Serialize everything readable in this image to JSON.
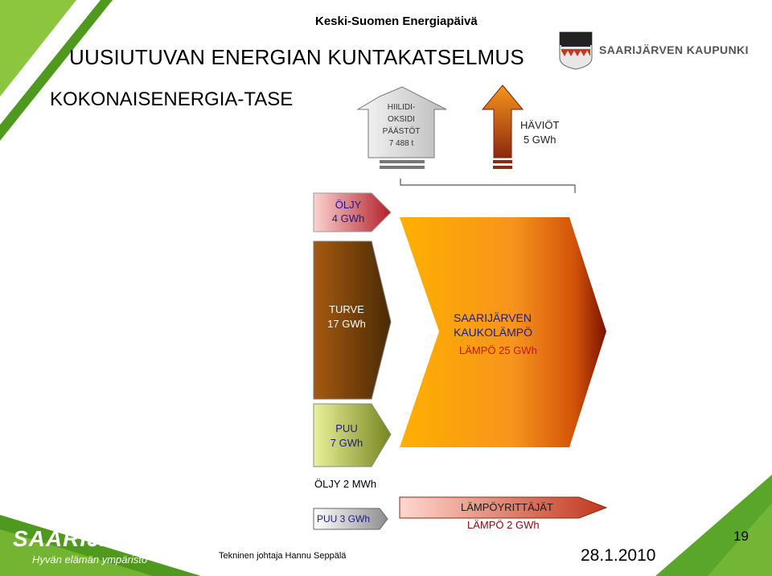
{
  "header": {
    "event": "Keski-Suomen Energiapäivä",
    "org": "SAARIJÄRVEN KAUPUNKI"
  },
  "title": "UUSIUTUVAN ENERGIAN KUNTAKATSELMUS",
  "subtitle": "KOKONAISENERGIA-TASE",
  "diagram": {
    "co2_line1": "HIILIDI-",
    "co2_line2": "OKSIDI",
    "co2_line3": "PÄÄSTÖT",
    "co2_value": "7 488 t",
    "losses_label": "HÄVIÖT",
    "losses_value": "5 GWh",
    "oil_label": "ÖLJY",
    "oil_value": "4 GWh",
    "peat_label": "TURVE",
    "peat_value": "17 GWh",
    "wood_label": "PUU",
    "wood_value": "7 GWh",
    "plant_line1": "SAARIJÄRVEN",
    "plant_line2": "KAUKOLÄMPÖ",
    "plant_heat": "LÄMPÖ 25 GWh",
    "oil2": "ÖLJY 2 MWh",
    "wood2": "PUU 3 GWh",
    "contractors": "LÄMPÖYRITTÄJÄT",
    "contractors_heat": "LÄMPÖ 2 GWh"
  },
  "footer": {
    "brand": "SAARIJÄRVI",
    "slogan": "Hyvän elämän ympäristö",
    "presenter": "Tekninen johtaja Hannu Seppälä",
    "date": "28.1.2010",
    "page": "19"
  },
  "colors": {
    "green_light": "#8cc63f",
    "green_dark": "#4f9a1e",
    "orange": "#f7941d",
    "brown": "#7a1d0a"
  }
}
